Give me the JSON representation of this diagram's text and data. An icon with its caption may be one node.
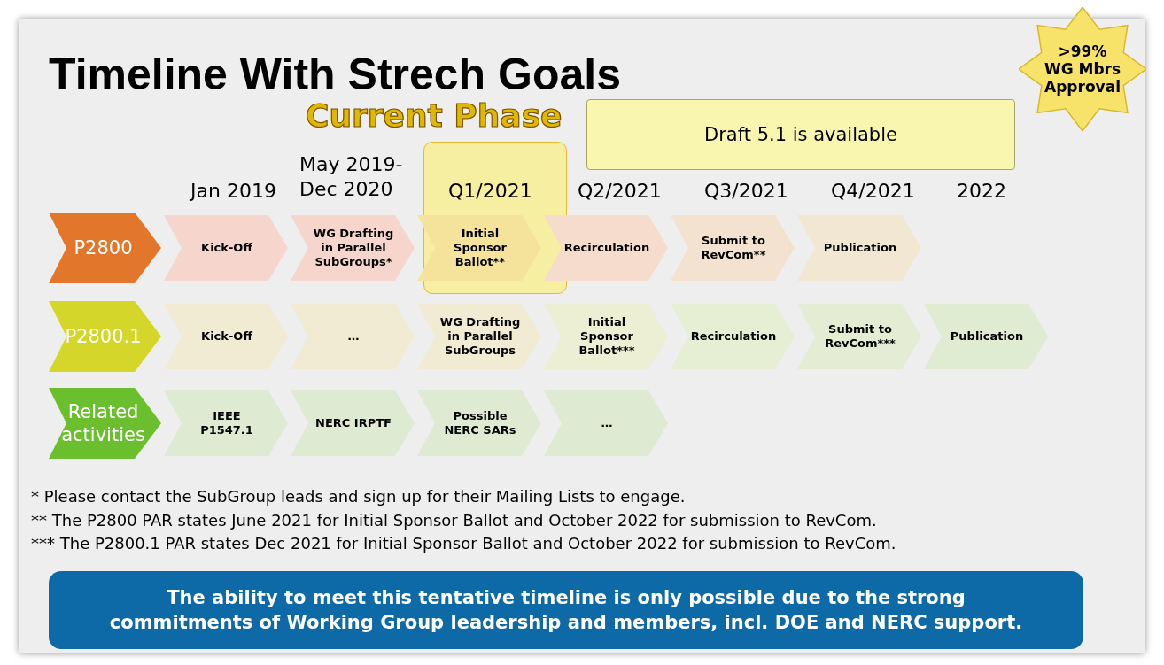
{
  "diagram": {
    "title": "Timeline With Strech Goals",
    "nodes": [
      {
        "text": [
          ">99% WG Mbrs Approval"
        ]
      },
      {
        "text": [
          "Draft 5.1 is available"
        ]
      },
      {
        "text": [
          "P2800"
        ]
      },
      {
        "text": [
          "Kick-Off"
        ]
      },
      {
        "text": [
          "WG Drafting in Parallel SubGroups*"
        ]
      },
      {
        "text": [
          "Initial Sponsor Ballot**"
        ]
      },
      {
        "text": [
          "Recirculation"
        ]
      },
      {
        "text": [
          "Submit to RevCom**"
        ]
      },
      {
        "text": [
          "Publication"
        ]
      },
      {
        "text": [
          "P2800.1"
        ]
      },
      {
        "text": [
          "Kick-Off"
        ]
      },
      {
        "text": [
          "…"
        ]
      },
      {
        "text": [
          "WG Drafting in Parallel SubGroups"
        ]
      },
      {
        "text": [
          "Initial Sponsor Ballot***"
        ]
      },
      {
        "text": [
          "Recirculation"
        ]
      },
      {
        "text": [
          "Submit to RevCom***"
        ]
      },
      {
        "text": [
          "Publication"
        ]
      },
      {
        "text": [
          "Related activities"
        ]
      },
      {
        "text": [
          "IEEE P1547.1"
        ]
      },
      {
        "text": [
          "NERC IRPTF"
        ]
      },
      {
        "text": [
          "Possible NERC SARs"
        ]
      },
      {
        "text": [
          "…"
        ]
      },
      {
        "text": [
          "The ability to meet this tentative timeline is only possible due to the strong commitments of Working Group leadership and members, incl. DOE and NERC support."
        ]
      }
    ],
    "edges": [],
    "labels": [
      "Current Phase",
      "May 2019- Dec 2020",
      "Jan 2019",
      "Q1/2021",
      "Q2/2021",
      "Q3/2021",
      "Q4/2021",
      "2022",
      "* Please contact the SubGroup leads and sign up for their Mailing Lists to engage.",
      "** The P2800 PAR states June 2021 for Initial Sponsor Ballot and October 2022 for submission to RevCom.",
      "*** The P2800.1 PAR states Dec 2021 for Initial Sponsor Ballot and October 2022 for submission to RevCom."
    ]
  }
}
